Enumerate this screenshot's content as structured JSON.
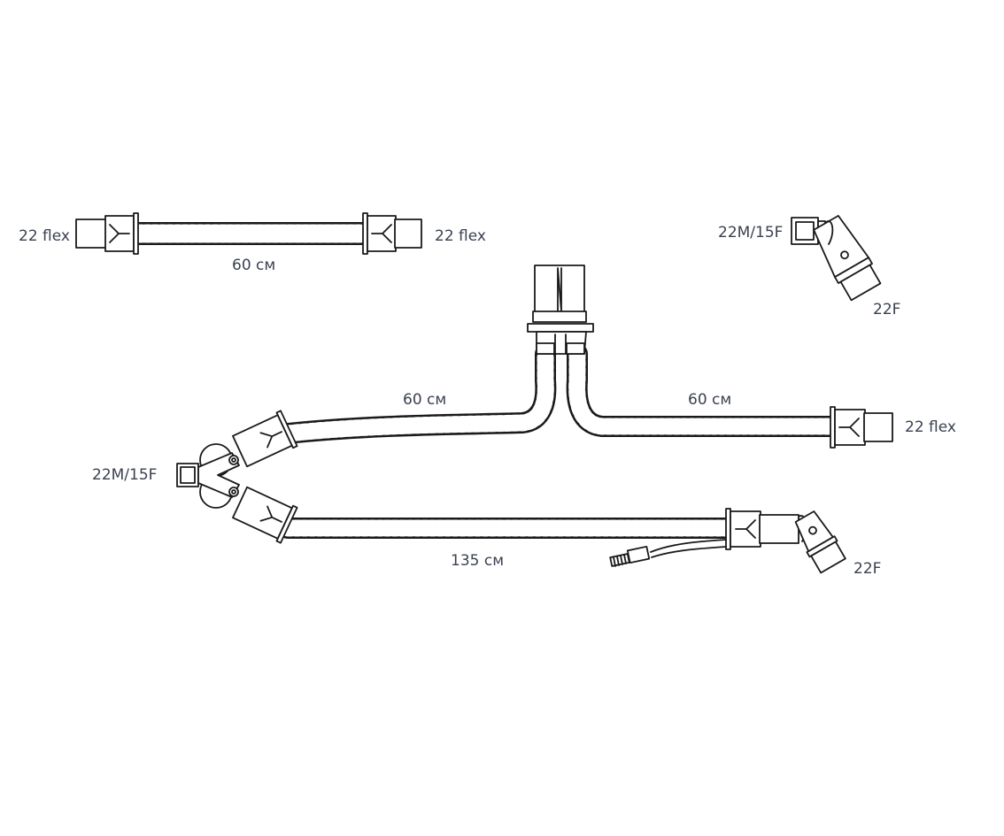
{
  "labels": {
    "top_tube_left": "22 flex",
    "top_tube_right": "22 flex",
    "top_tube_length": "60 см",
    "elbow_top": "22M/15F",
    "elbow_bottom": "22F",
    "upper_limb_length": "60 см",
    "right_limb_length": "60 см",
    "right_limb_end": "22 flex",
    "wye_port": "22M/15F",
    "lower_limb_length": "135 см",
    "lower_limb_end": "22F"
  },
  "colors": {
    "line": "#1a1a1a",
    "text": "#3a4150",
    "background": "#ffffff"
  }
}
